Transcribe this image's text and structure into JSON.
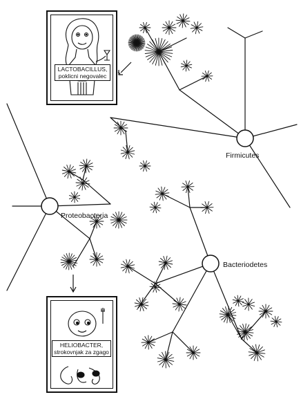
{
  "nodes": {
    "firmicutes": "Firmicutes",
    "proteobacteria": "Proteobacteria",
    "bacteroidetes": "Bacteriodetes"
  },
  "portraits": {
    "lactobacillus": {
      "name": "LACTOBACILLUS,",
      "role": "poklicni negovalec"
    },
    "heliobacter": {
      "name": "HELIOBACTER,",
      "role": "strokovnjak za zgago"
    }
  }
}
